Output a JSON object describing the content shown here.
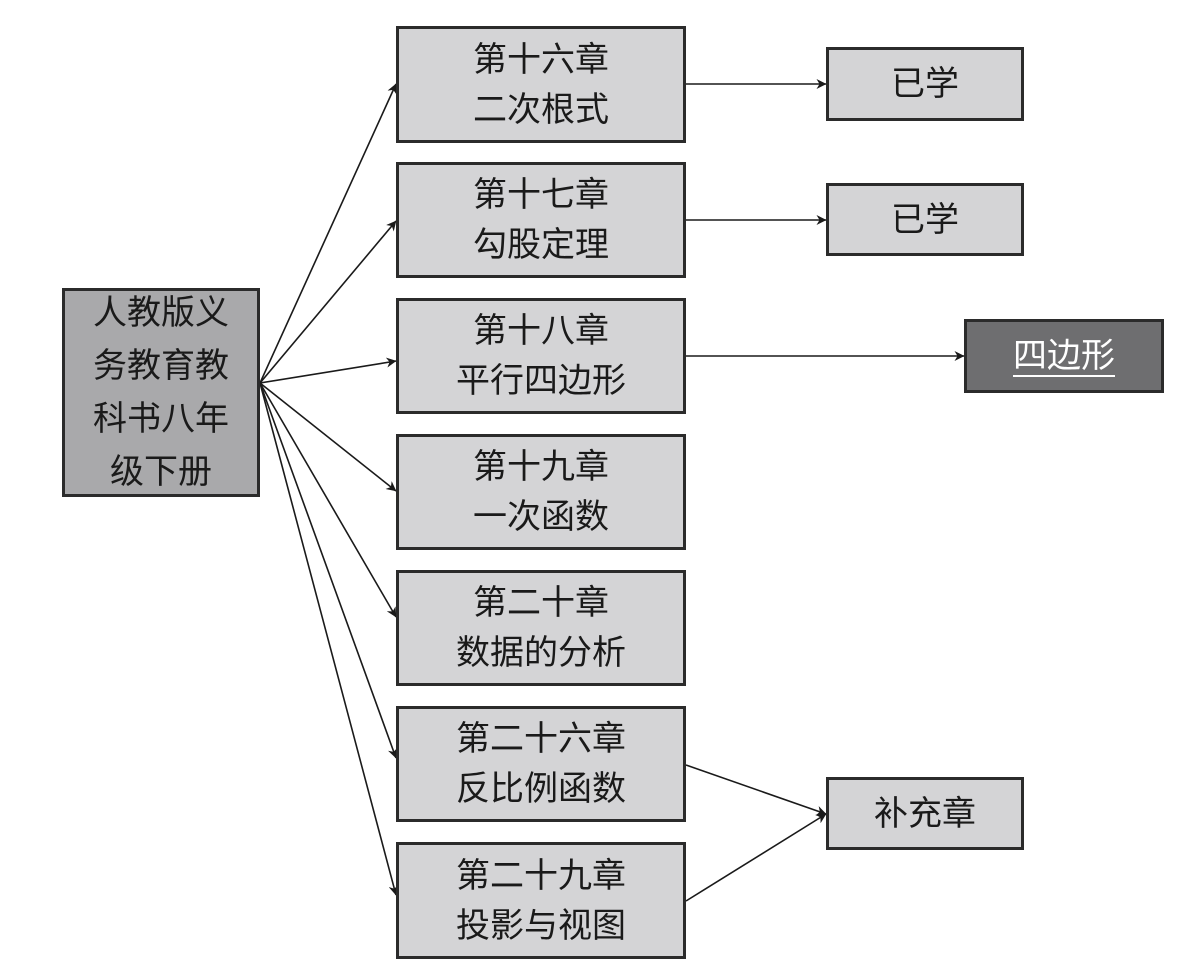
{
  "root": {
    "lines": [
      "人教版义",
      "务教育教",
      "科书八年",
      "级下册"
    ]
  },
  "chapters": [
    {
      "lines": [
        "第十六章",
        "二次根式"
      ]
    },
    {
      "lines": [
        "第十七章",
        "勾股定理"
      ]
    },
    {
      "lines": [
        "第十八章",
        "平行四边形"
      ]
    },
    {
      "lines": [
        "第十九章",
        "一次函数"
      ]
    },
    {
      "lines": [
        "第二十章",
        "数据的分析"
      ]
    },
    {
      "lines": [
        "第二十六章",
        "反比例函数"
      ]
    },
    {
      "lines": [
        "第二十九章",
        "投影与视图"
      ]
    }
  ],
  "results": [
    {
      "label": "已学"
    },
    {
      "label": "已学"
    },
    {
      "label": "四边形",
      "highlighted": true
    },
    {
      "label": "补充章"
    }
  ],
  "colors": {
    "box_fill": "#d4d4d6",
    "root_fill": "#a9a9ab",
    "highlight_fill": "#6e6e70",
    "highlight_text": "#ffffff",
    "stroke": "#2b2b2b"
  }
}
